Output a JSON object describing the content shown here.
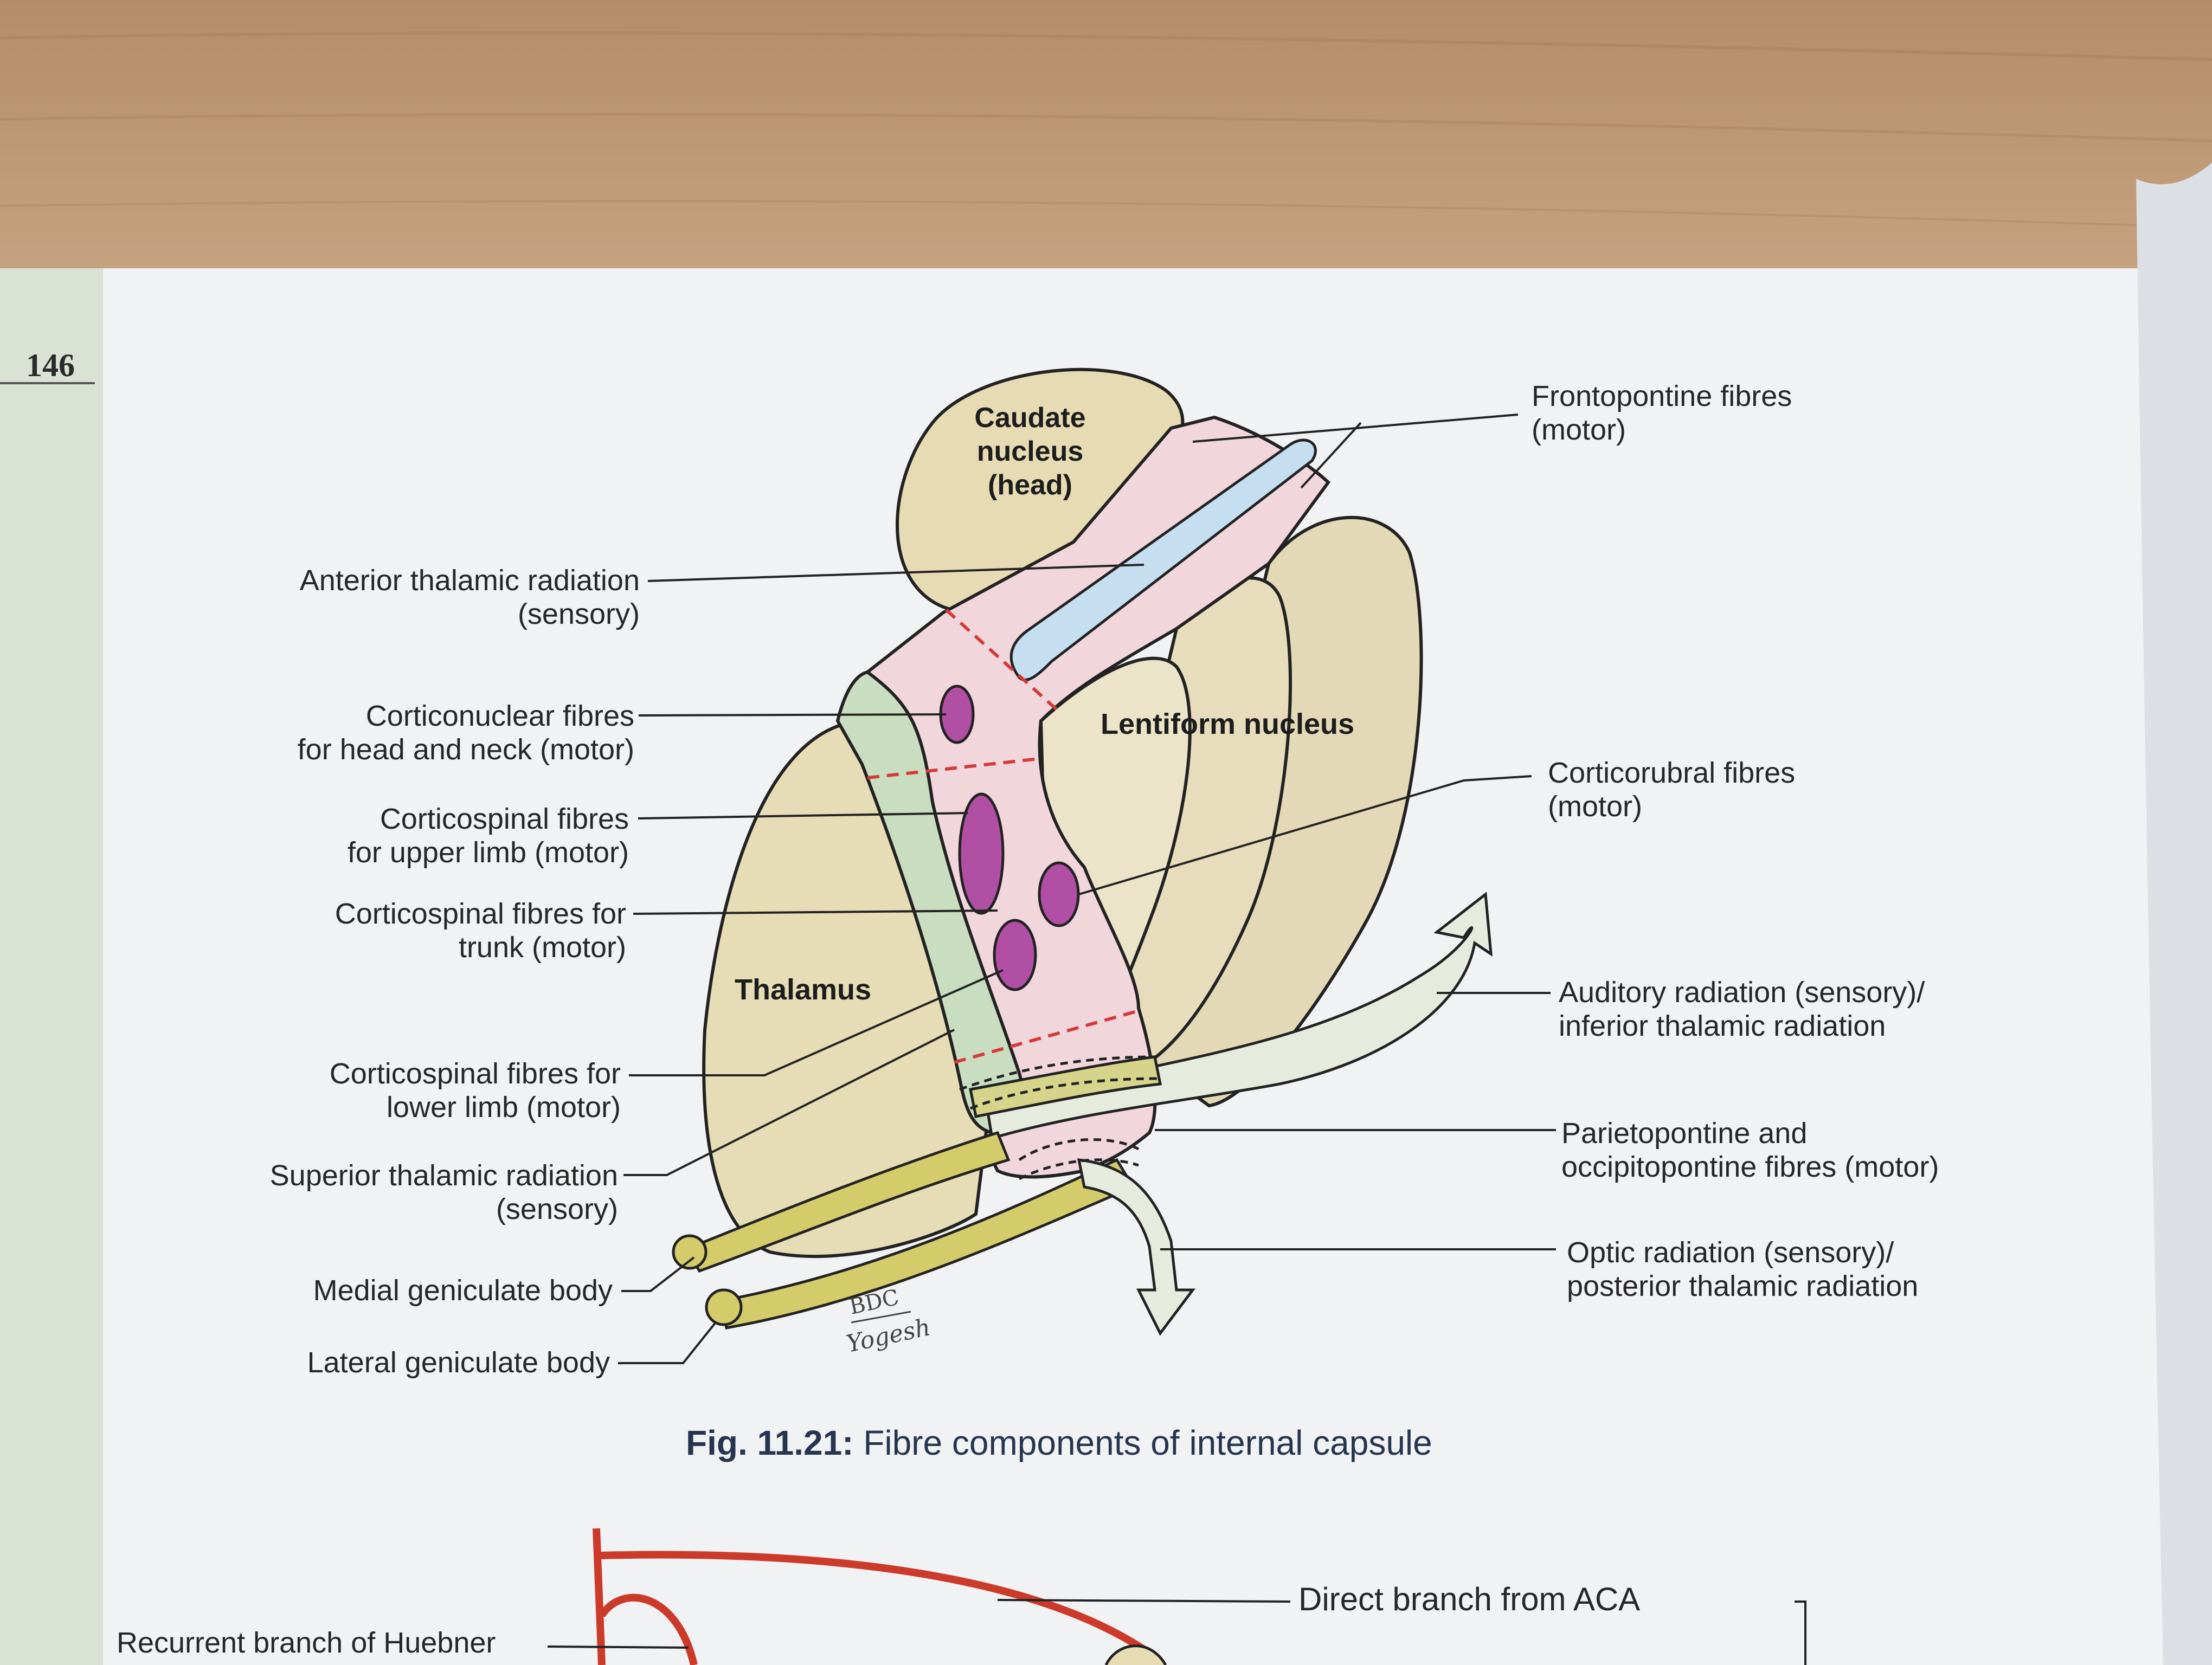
{
  "page_number": "146",
  "structures": {
    "caudate": [
      "Caudate",
      "nucleus",
      "(head)"
    ],
    "lentiform": "Lentiform nucleus",
    "thalamus": "Thalamus"
  },
  "labels_left": {
    "anterior_thalamic": [
      "Anterior thalamic radiation",
      "(sensory)"
    ],
    "corticonuclear": [
      "Corticonuclear fibres",
      "for head and neck (motor)"
    ],
    "corticospinal_upper": [
      "Corticospinal fibres",
      "for upper limb (motor)"
    ],
    "corticospinal_trunk": [
      "Corticospinal fibres for",
      "trunk (motor)"
    ],
    "corticospinal_lower": [
      "Corticospinal fibres for",
      "lower limb (motor)"
    ],
    "superior_thalamic": [
      "Superior thalamic radiation",
      "(sensory)"
    ],
    "medial_geniculate": "Medial geniculate body",
    "lateral_geniculate": "Lateral geniculate body"
  },
  "labels_right": {
    "frontopontine": [
      "Frontopontine fibres",
      "(motor)"
    ],
    "corticorubral": [
      "Corticorubral fibres",
      "(motor)"
    ],
    "auditory": [
      "Auditory radiation (sensory)/",
      "inferior thalamic radiation"
    ],
    "parietopontine": [
      "Parietopontine and",
      "occipitopontine fibres (motor)"
    ],
    "optic": [
      "Optic radiation (sensory)/",
      "posterior thalamic radiation"
    ]
  },
  "signature": [
    "BDC",
    "Yogesh"
  ],
  "caption": {
    "number": "Fig. 11.21:",
    "text": "Fibre components of internal capsule"
  },
  "next_figure": {
    "recurrent": "Recurrent branch of Huebner",
    "direct": "Direct branch from ACA"
  },
  "colors": {
    "caudate": "#e6dbb2",
    "capsule_pink": "#f1d6dc",
    "lentiform": "#e9e1c1",
    "thalamus": "#e6dcb5",
    "green_fibres": "#c9dec0",
    "anterior_radiation": "#c5def0",
    "fibre_dots": "#a8439a",
    "red_dash": "#d43a3a",
    "geniculate": "#d4cc6a",
    "artery_red": "#cc3a2a"
  }
}
